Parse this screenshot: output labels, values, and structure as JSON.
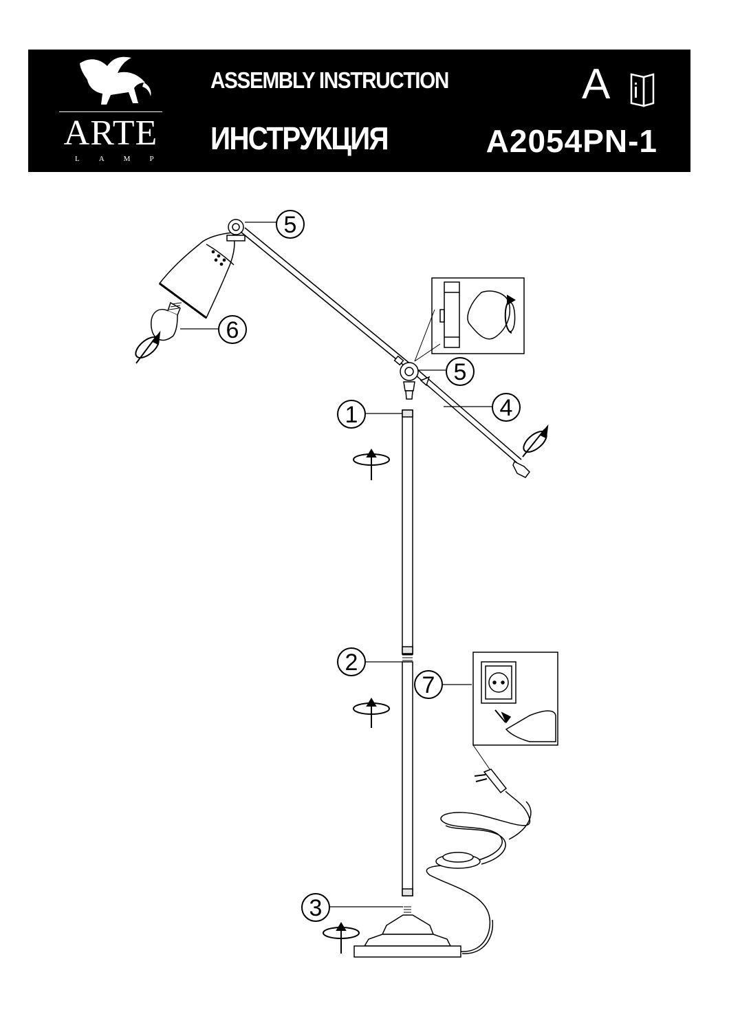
{
  "header": {
    "brand": "ARTE",
    "brand_sub": "LAMP",
    "title_en": "ASSEMBLY INSTRUCTION",
    "title_ru": "ИНСТРУКЦИЯ",
    "grade": "A",
    "model": "A2054PN-1",
    "icons": [
      "griffin-logo",
      "manual-info-icon"
    ]
  },
  "callouts": [
    "1",
    "2",
    "3",
    "4",
    "5",
    "5",
    "6",
    "7"
  ],
  "colors": {
    "header_bg": "#000000",
    "header_text": "#ffffff",
    "line": "#000000"
  }
}
